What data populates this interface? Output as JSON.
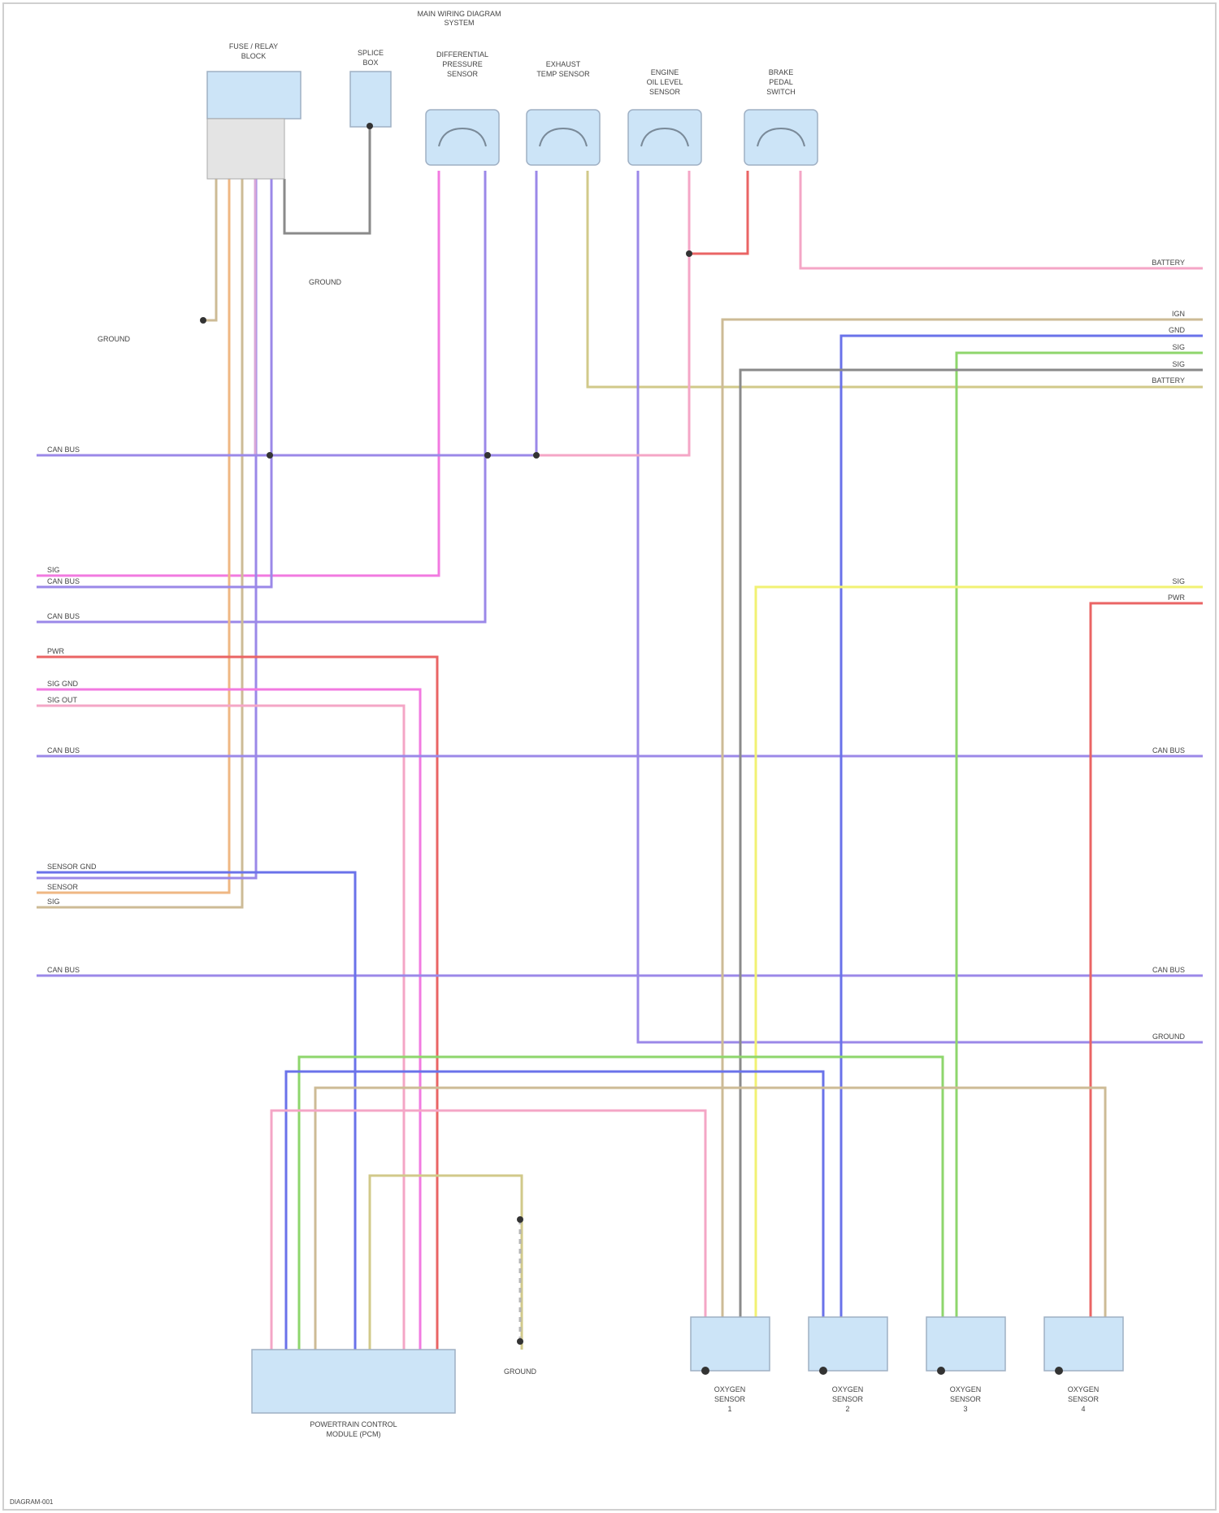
{
  "diagram": {
    "header": [
      "MAIN WIRING DIAGRAM",
      "SYSTEM"
    ],
    "components": [
      {
        "id": "TOP1",
        "caption": [
          "FUSE / RELAY",
          "BLOCK"
        ],
        "color": "#cce4f7"
      },
      {
        "id": "TOP2",
        "caption": [
          "SPLICE",
          "BOX"
        ],
        "color": "#cce4f7"
      },
      {
        "id": "TOP3",
        "caption": [
          "DIFFERENTIAL",
          "PRESSURE",
          "SENSOR"
        ],
        "color": "#cce4f7"
      },
      {
        "id": "TOP4",
        "caption": [
          "EXHAUST",
          "TEMP SENSOR"
        ],
        "color": "#cce4f7"
      },
      {
        "id": "TOP5",
        "caption": [
          "ENGINE",
          "OIL LEVEL",
          "SENSOR"
        ],
        "color": "#cce4f7"
      },
      {
        "id": "TOP6",
        "caption": [
          "BRAKE",
          "PEDAL",
          "SWITCH"
        ],
        "color": "#cce4f7"
      },
      {
        "id": "ECU",
        "caption": [
          "POWERTRAIN CONTROL",
          "MODULE (PCM)"
        ],
        "color": "#cce4f7"
      },
      {
        "id": "S1",
        "caption": [
          "OXYGEN",
          "SENSOR",
          "1"
        ],
        "color": "#cce4f7"
      },
      {
        "id": "S2",
        "caption": [
          "OXYGEN",
          "SENSOR",
          "2"
        ],
        "color": "#cce4f7"
      },
      {
        "id": "S3",
        "caption": [
          "OXYGEN",
          "SENSOR",
          "3"
        ],
        "color": "#cce4f7"
      },
      {
        "id": "S4",
        "caption": [
          "OXYGEN",
          "SENSOR",
          "4"
        ],
        "color": "#cce4f7"
      }
    ],
    "left_labels": [
      "CAN BUS",
      "SIG",
      "CAN BUS",
      "CAN BUS",
      "PWR",
      "SIG GND",
      "SIG OUT",
      "CAN BUS",
      "SENSOR GND",
      "SENSOR",
      "SIG",
      "CAN BUS"
    ],
    "right_labels": [
      "BATTERY",
      "IGN",
      "GND",
      "SIG",
      "SIG",
      "BATTERY",
      "SIG",
      "PWR",
      "CAN BUS",
      "CAN BUS",
      "GROUND"
    ],
    "ground_labels": [
      "GROUND",
      "GROUND",
      "GROUND"
    ],
    "footer_code": "DIAGRAM-001",
    "wire_colors": {
      "purple": "#9b88e8",
      "pink": "#f27ae0",
      "red": "#ea6464",
      "orange": "#efb783",
      "tan": "#cdbb96",
      "blue": "#6a72ea",
      "green": "#8ed66c",
      "yellow": "#f1f173",
      "gray": "#8a8a8a",
      "lightpink": "#f4a6c6",
      "olive": "#d1c98a"
    }
  }
}
